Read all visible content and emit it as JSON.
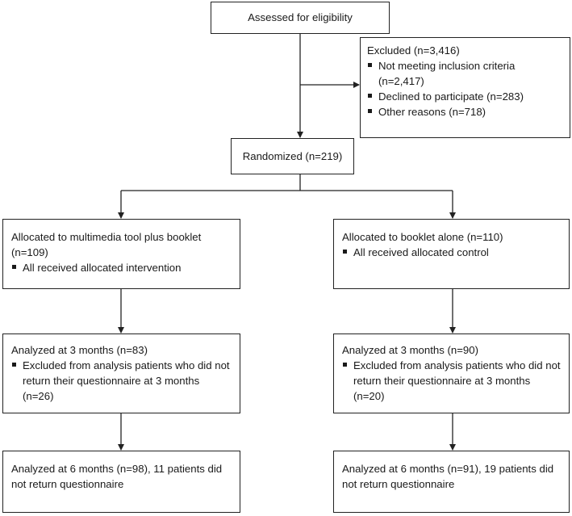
{
  "flowchart": {
    "eligibility": {
      "title": "Assessed for eligibility"
    },
    "excluded": {
      "title": "Excluded (n=3,416)",
      "items": [
        "Not meeting inclusion criteria (n=2,417)",
        "Declined to participate (n=283)",
        "Other reasons (n=718)"
      ]
    },
    "randomized": {
      "title": "Randomized (n=219)"
    },
    "allocation": {
      "left": {
        "title": "Allocated to multimedia tool plus booklet (n=109)",
        "items": [
          "All received allocated intervention"
        ]
      },
      "right": {
        "title": "Allocated to booklet alone (n=110)",
        "items": [
          "All received allocated control"
        ]
      }
    },
    "analysis_3m": {
      "left": {
        "title": "Analyzed at 3 months (n=83)",
        "items": [
          "Excluded from analysis patients who did not return their questionnaire at 3 months (n=26)"
        ]
      },
      "right": {
        "title": "Analyzed at 3 months (n=90)",
        "items": [
          "Excluded from analysis patients who did not return their questionnaire at 3 months (n=20)"
        ]
      }
    },
    "analysis_6m": {
      "left": {
        "title": "Analyzed at 6 months (n=98), 11 patients did not return questionnaire"
      },
      "right": {
        "title": "Analyzed at 6 months (n=91), 19 patients did not return questionnaire"
      }
    }
  }
}
